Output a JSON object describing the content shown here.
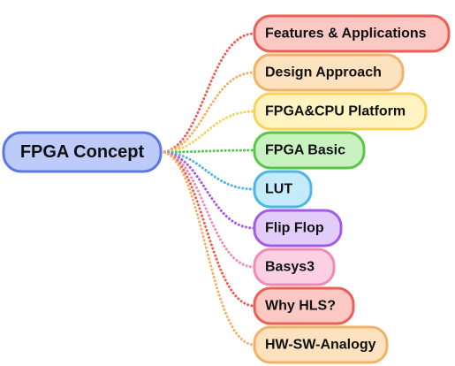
{
  "mindmap": {
    "root": {
      "label": "FPGA Concept",
      "fill": "#bccbfa",
      "stroke": "#5b78e6"
    },
    "branches": [
      {
        "label": "Features & Applications",
        "fill": "#fbc8c3",
        "stroke": "#ec5f55"
      },
      {
        "label": "Design Approach",
        "fill": "#fde2bf",
        "stroke": "#f4b166"
      },
      {
        "label": "FPGA&CPU Platform",
        "fill": "#fff3c2",
        "stroke": "#f8d35c"
      },
      {
        "label": "FPGA Basic",
        "fill": "#c9f2c1",
        "stroke": "#59c64a"
      },
      {
        "label": "LUT",
        "fill": "#c5ebfb",
        "stroke": "#4db6e6"
      },
      {
        "label": "Flip Flop",
        "fill": "#e2ccfa",
        "stroke": "#a35be6"
      },
      {
        "label": "Basys3",
        "fill": "#fcd0e4",
        "stroke": "#f08bb6"
      },
      {
        "label": "Why HLS?",
        "fill": "#fbc8c3",
        "stroke": "#ec5f55"
      },
      {
        "label": "HW-SW-Analogy",
        "fill": "#fde2bf",
        "stroke": "#f4b166"
      }
    ]
  }
}
